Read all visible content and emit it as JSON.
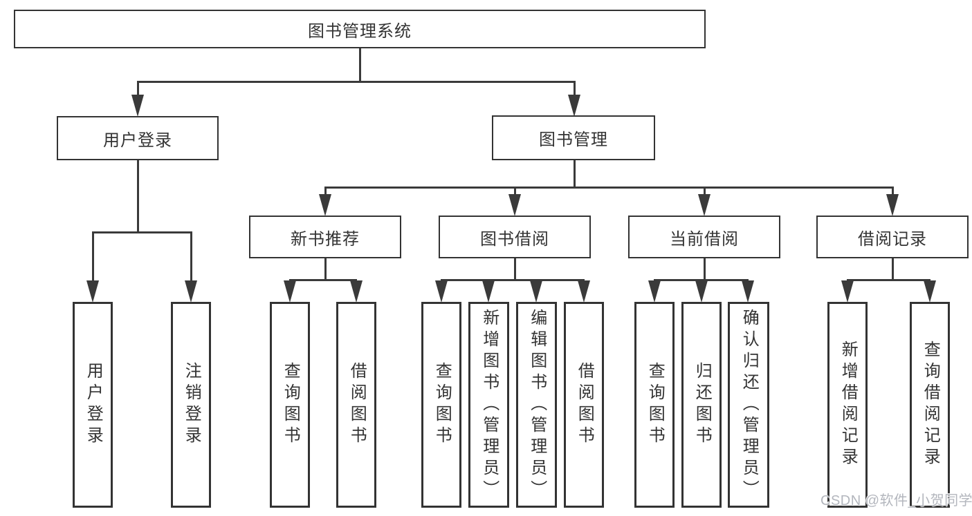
{
  "tree": {
    "root": "图书管理系统",
    "branches": [
      {
        "label": "用户登录",
        "children": [
          "用户登录",
          "注销登录"
        ]
      },
      {
        "label": "图书管理",
        "sections": [
          {
            "label": "新书推荐",
            "children": [
              "查询图书",
              "借阅图书"
            ]
          },
          {
            "label": "图书借阅",
            "children": [
              "查询图书",
              "新增图书（管理员）",
              "编辑图书（管理员）",
              "借阅图书"
            ]
          },
          {
            "label": "当前借阅",
            "children": [
              "查询图书",
              "归还图书",
              "确认归还（管理员）"
            ]
          },
          {
            "label": "借阅记录",
            "children": [
              "新增借阅记录",
              "查询借阅记录"
            ]
          }
        ]
      }
    ]
  },
  "watermark": {
    "text": "CSDN @软件_小贺同学"
  },
  "colors": {
    "line": "#3a3a3a",
    "box_border": "#333333",
    "text": "#333333",
    "watermark": "#b3b6bd",
    "background": "#ffffff"
  }
}
